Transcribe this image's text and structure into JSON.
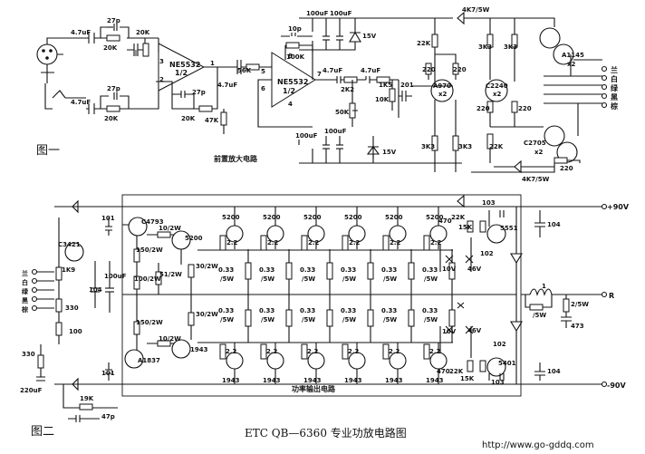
{
  "fig1": {
    "caption": "图一",
    "subtitle": "前置放大电路",
    "opamp_label": "NE5532",
    "opamp_half": "1/2",
    "pins1": [
      "3",
      "2",
      "1"
    ],
    "pins2": [
      "5",
      "6",
      "7",
      "8",
      "4"
    ],
    "labels": {
      "c_in1": "4.7uF",
      "c_in2": "4.7uF",
      "c_27p1": "27p",
      "c_27p2": "27p",
      "c_27p3": "27p",
      "r_20k1": "20K",
      "r_20k2": "20K",
      "r_20k3": "20K",
      "r_20k4": "20K",
      "r_47k": "47K",
      "c_4u7b": "4.7uF",
      "r_56k": "56K",
      "c_10p": "10p",
      "r_100k": "100K",
      "c_100u1": "100uF",
      "c_100u2": "100uF",
      "z_15v1": "15V",
      "c_100u3": "100uF",
      "c_100u4": "100uF",
      "z_15v2": "15V",
      "c_4u7c": "4.7uF",
      "c_4u7d": "4.7uF",
      "r_2k2": "2K2",
      "r_1k5": "1K5",
      "r_50k": "50K",
      "r_10k": "10K",
      "c_201": "201",
      "r_22k1": "22K",
      "r_220a": "220",
      "r_220b": "220",
      "q_a970": "A970",
      "x2a": "x2",
      "r_3k3a": "3K3",
      "r_3k3b": "3K3",
      "q_c2240": "C2240",
      "x2b": "x2",
      "r_220c": "220",
      "r_220d": "220",
      "q_a1145": "A1145",
      "x2c": "x2",
      "r_3k3c": "3K3",
      "r_3k3d": "3K3",
      "r_22k2": "22K",
      "q_c2705": "C2705",
      "x2d": "x2",
      "r_220e": "220",
      "d_4k7a": "4K7/5W",
      "d_4k7b": "4K7/5W"
    },
    "outputs": [
      "兰",
      "白",
      "绿",
      "黑",
      "棕"
    ]
  },
  "fig2": {
    "caption": "图二",
    "subtitle": "功率输出电路",
    "rail_pos": "+90V",
    "rail_neg": "-90V",
    "out_label": "R",
    "inputs": [
      "兰",
      "白",
      "绿",
      "黑",
      "棕"
    ],
    "labels": {
      "c_101a": "101",
      "c_101b": "101",
      "q_c4793": "C4793",
      "r_10_2a": "10/2W",
      "r_10_2b": "10/2W",
      "q_5200": "5200",
      "q_1943": "1943",
      "q_a1837": "A1837",
      "r_150a": "150/2W",
      "r_150b": "150/2W",
      "r_100_2": "100/2W",
      "r_51": "51/2W",
      "r_30a": "30/2W",
      "r_30b": "30/2W",
      "q_c3421": "C3421",
      "r_1k9": "1K9",
      "c_104a": "104",
      "c_100u": "100uF",
      "r_330a": "330",
      "r_100": "100",
      "r_330b": "330",
      "c_220u": "220uF",
      "r_19k": "19K",
      "c_47p": "47p",
      "r_470a": "470",
      "r_470b": "470",
      "r_22k_a": "22K",
      "r_15k_a": "15K",
      "r_22k_b": "22K",
      "r_15k_b": "15K",
      "z_10v_a": "10V",
      "z_46v_a": "46V",
      "z_10v_b": "10V",
      "z_46v_b": "46V",
      "c_102a": "102",
      "c_102b": "102",
      "c_103a": "103",
      "c_103b": "103",
      "q_5551": "5551",
      "q_5401": "5401",
      "c_104b": "104",
      "c_104c": "104",
      "l_1": "1",
      "r_2_5": "2/5W",
      "r_1_5": "/5W",
      "c_473": "473"
    },
    "bank_top": [
      "5200",
      "5200",
      "5200",
      "5200",
      "5200",
      "5200"
    ],
    "bank_bot": [
      "1943",
      "1943",
      "1943",
      "1943",
      "1943",
      "1943"
    ],
    "r22": "2.2",
    "r033": "0.33",
    "r5w": "/5W"
  },
  "footer": {
    "title": "ETC QB—6360 专业功放电路图",
    "url": "http://www.go-gddq.com"
  }
}
